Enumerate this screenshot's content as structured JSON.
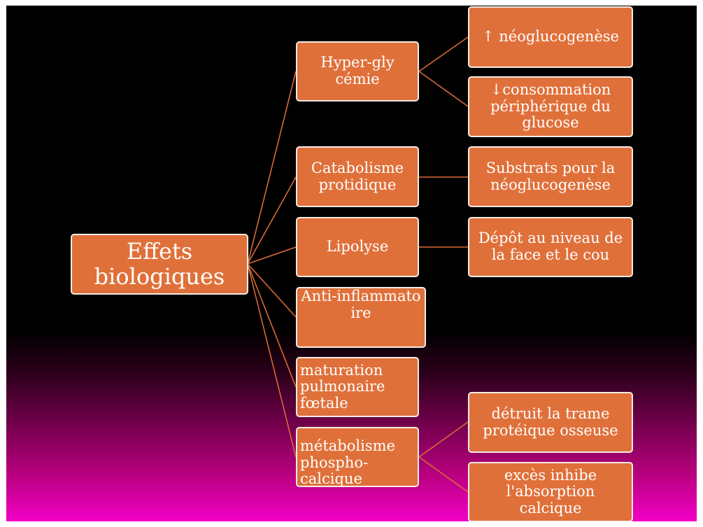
{
  "diagram": {
    "root": {
      "label": "Effets biologiques"
    },
    "branches": [
      {
        "label": "Hyper-glycémie",
        "children": [
          {
            "label": "↑ néoglucogenèse"
          },
          {
            "label": "↓consommation périphérique du glucose"
          }
        ]
      },
      {
        "label": "Catabolisme protidique",
        "children": [
          {
            "label": "Substrats pour la néoglucogenèse"
          }
        ]
      },
      {
        "label": "Lipolyse",
        "children": [
          {
            "label": "Dépôt au niveau de la face et le cou"
          }
        ]
      },
      {
        "label": "Anti-inflammatoire",
        "children": []
      },
      {
        "label": "maturation pulmonaire fœtale",
        "children": []
      },
      {
        "label": "métabolisme phospho-calcique",
        "children": [
          {
            "label": "détruit la trame protéique osseuse"
          },
          {
            "label": "excès inhibe l'absorption calcique"
          }
        ]
      }
    ]
  },
  "colors": {
    "node_fill": "#e0703a",
    "node_border": "#f3ece6",
    "connector": "#d86a36",
    "background_top": "#000000",
    "background_bottom": "#f200c6"
  }
}
